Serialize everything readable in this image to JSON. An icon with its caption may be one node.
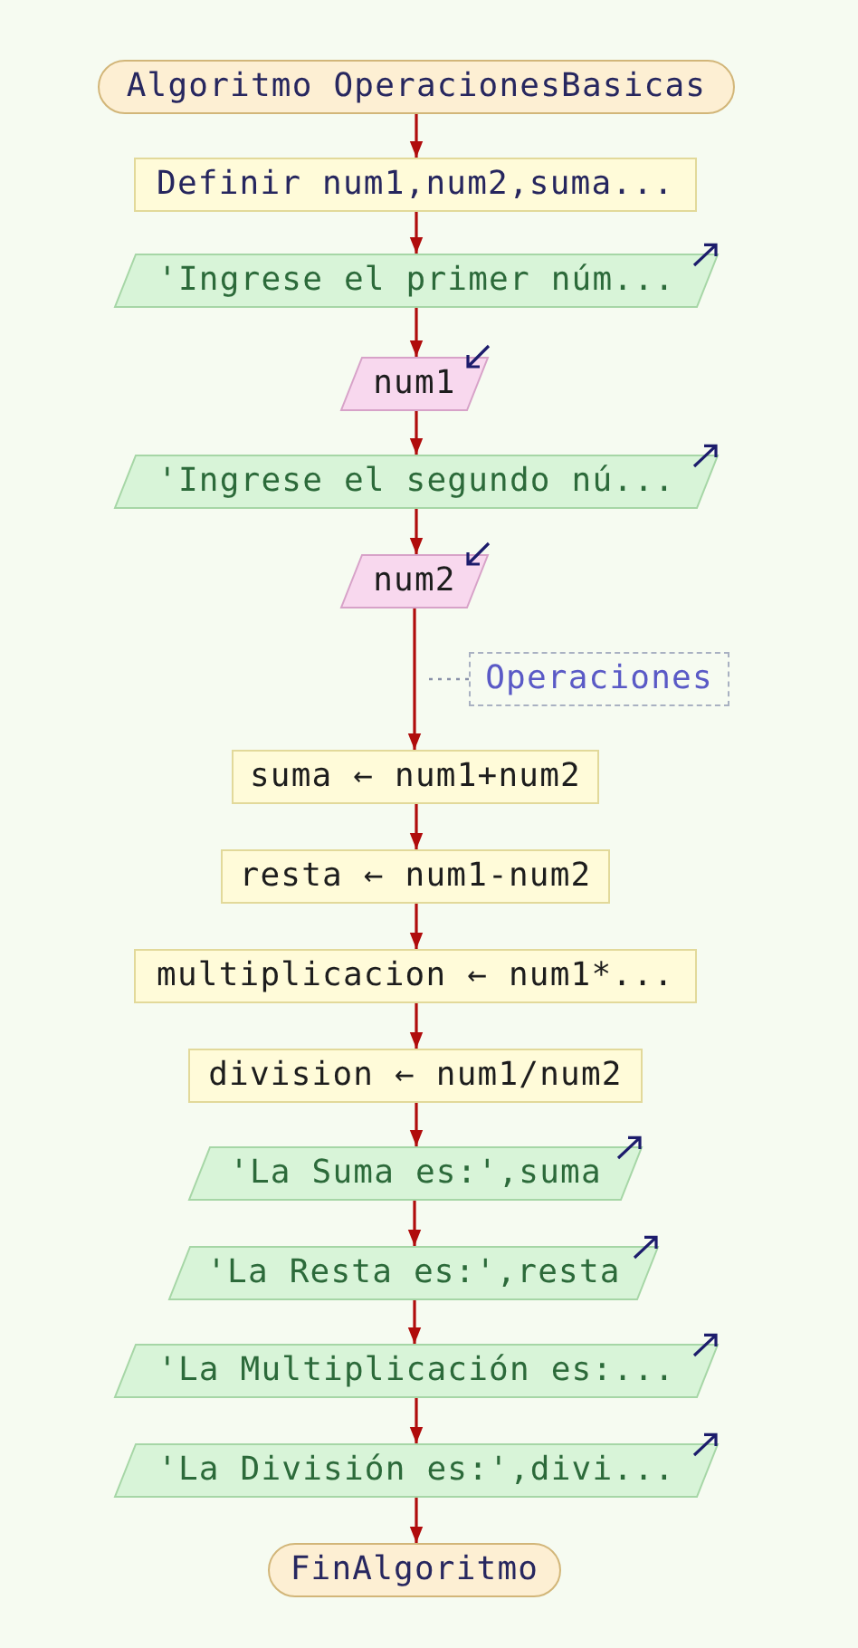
{
  "diagram": {
    "nodes": [
      {
        "text": [
          "Algoritmo OperacionesBasicas"
        ]
      },
      {
        "text": [
          "Definir num1,num2,suma..."
        ]
      },
      {
        "text": [
          "'Ingrese el primer núm..."
        ]
      },
      {
        "text": [
          "num1"
        ]
      },
      {
        "text": [
          "'Ingrese el segundo nú..."
        ]
      },
      {
        "text": [
          "num2"
        ]
      },
      {
        "text": [
          "Operaciones"
        ]
      },
      {
        "text": [
          "suma ← num1+num2"
        ]
      },
      {
        "text": [
          "resta ← num1-num2"
        ]
      },
      {
        "text": [
          "multiplicacion ← num1*..."
        ]
      },
      {
        "text": [
          "division ← num1/num2"
        ]
      },
      {
        "text": [
          "'La Suma es:',suma"
        ]
      },
      {
        "text": [
          "'La Resta es:',resta"
        ]
      },
      {
        "text": [
          "'La Multiplicación es:..."
        ]
      },
      {
        "text": [
          "'La División es:',divi..."
        ]
      },
      {
        "text": [
          "FinAlgoritmo"
        ]
      }
    ],
    "edges": [
      {
        "from": 0,
        "to": 1,
        "arrow": "to"
      },
      {
        "from": 1,
        "to": 2,
        "arrow": "to"
      },
      {
        "from": 2,
        "to": 3,
        "arrow": "to"
      },
      {
        "from": 3,
        "to": 4,
        "arrow": "to"
      },
      {
        "from": 4,
        "to": 5,
        "arrow": "to"
      },
      {
        "from": 5,
        "to": 7,
        "arrow": "to"
      },
      {
        "from": 7,
        "to": 8,
        "arrow": "to"
      },
      {
        "from": 8,
        "to": 9,
        "arrow": "to"
      },
      {
        "from": 9,
        "to": 10,
        "arrow": "to"
      },
      {
        "from": 10,
        "to": 11,
        "arrow": "to"
      },
      {
        "from": 11,
        "to": 12,
        "arrow": "to"
      },
      {
        "from": 12,
        "to": 13,
        "arrow": "to"
      },
      {
        "from": 13,
        "to": 14,
        "arrow": "to"
      },
      {
        "from": 14,
        "to": 15,
        "arrow": "to"
      },
      {
        "from": 6,
        "to": null,
        "arrow": "none",
        "style": "dashed",
        "color": "#8890a8"
      }
    ]
  }
}
